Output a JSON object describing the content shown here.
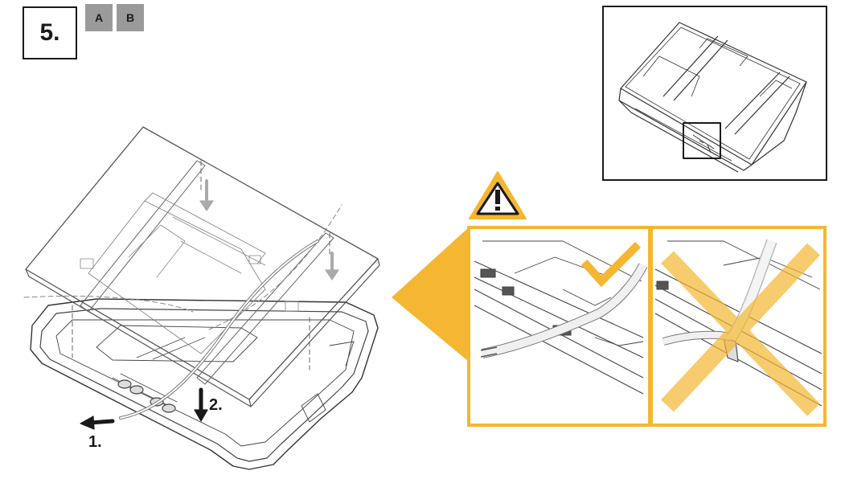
{
  "step": {
    "number": "5."
  },
  "variants": [
    "A",
    "B"
  ],
  "callouts": {
    "first": "1.",
    "second": "2."
  },
  "colors": {
    "accent": "#f5b731",
    "stroke": "#1a1a1a",
    "tag": "#9a9a9a",
    "check": "#f5b731"
  },
  "icons": {
    "warning": "warning-triangle-icon",
    "correct": "checkmark-icon",
    "wrong": "cross-icon"
  }
}
